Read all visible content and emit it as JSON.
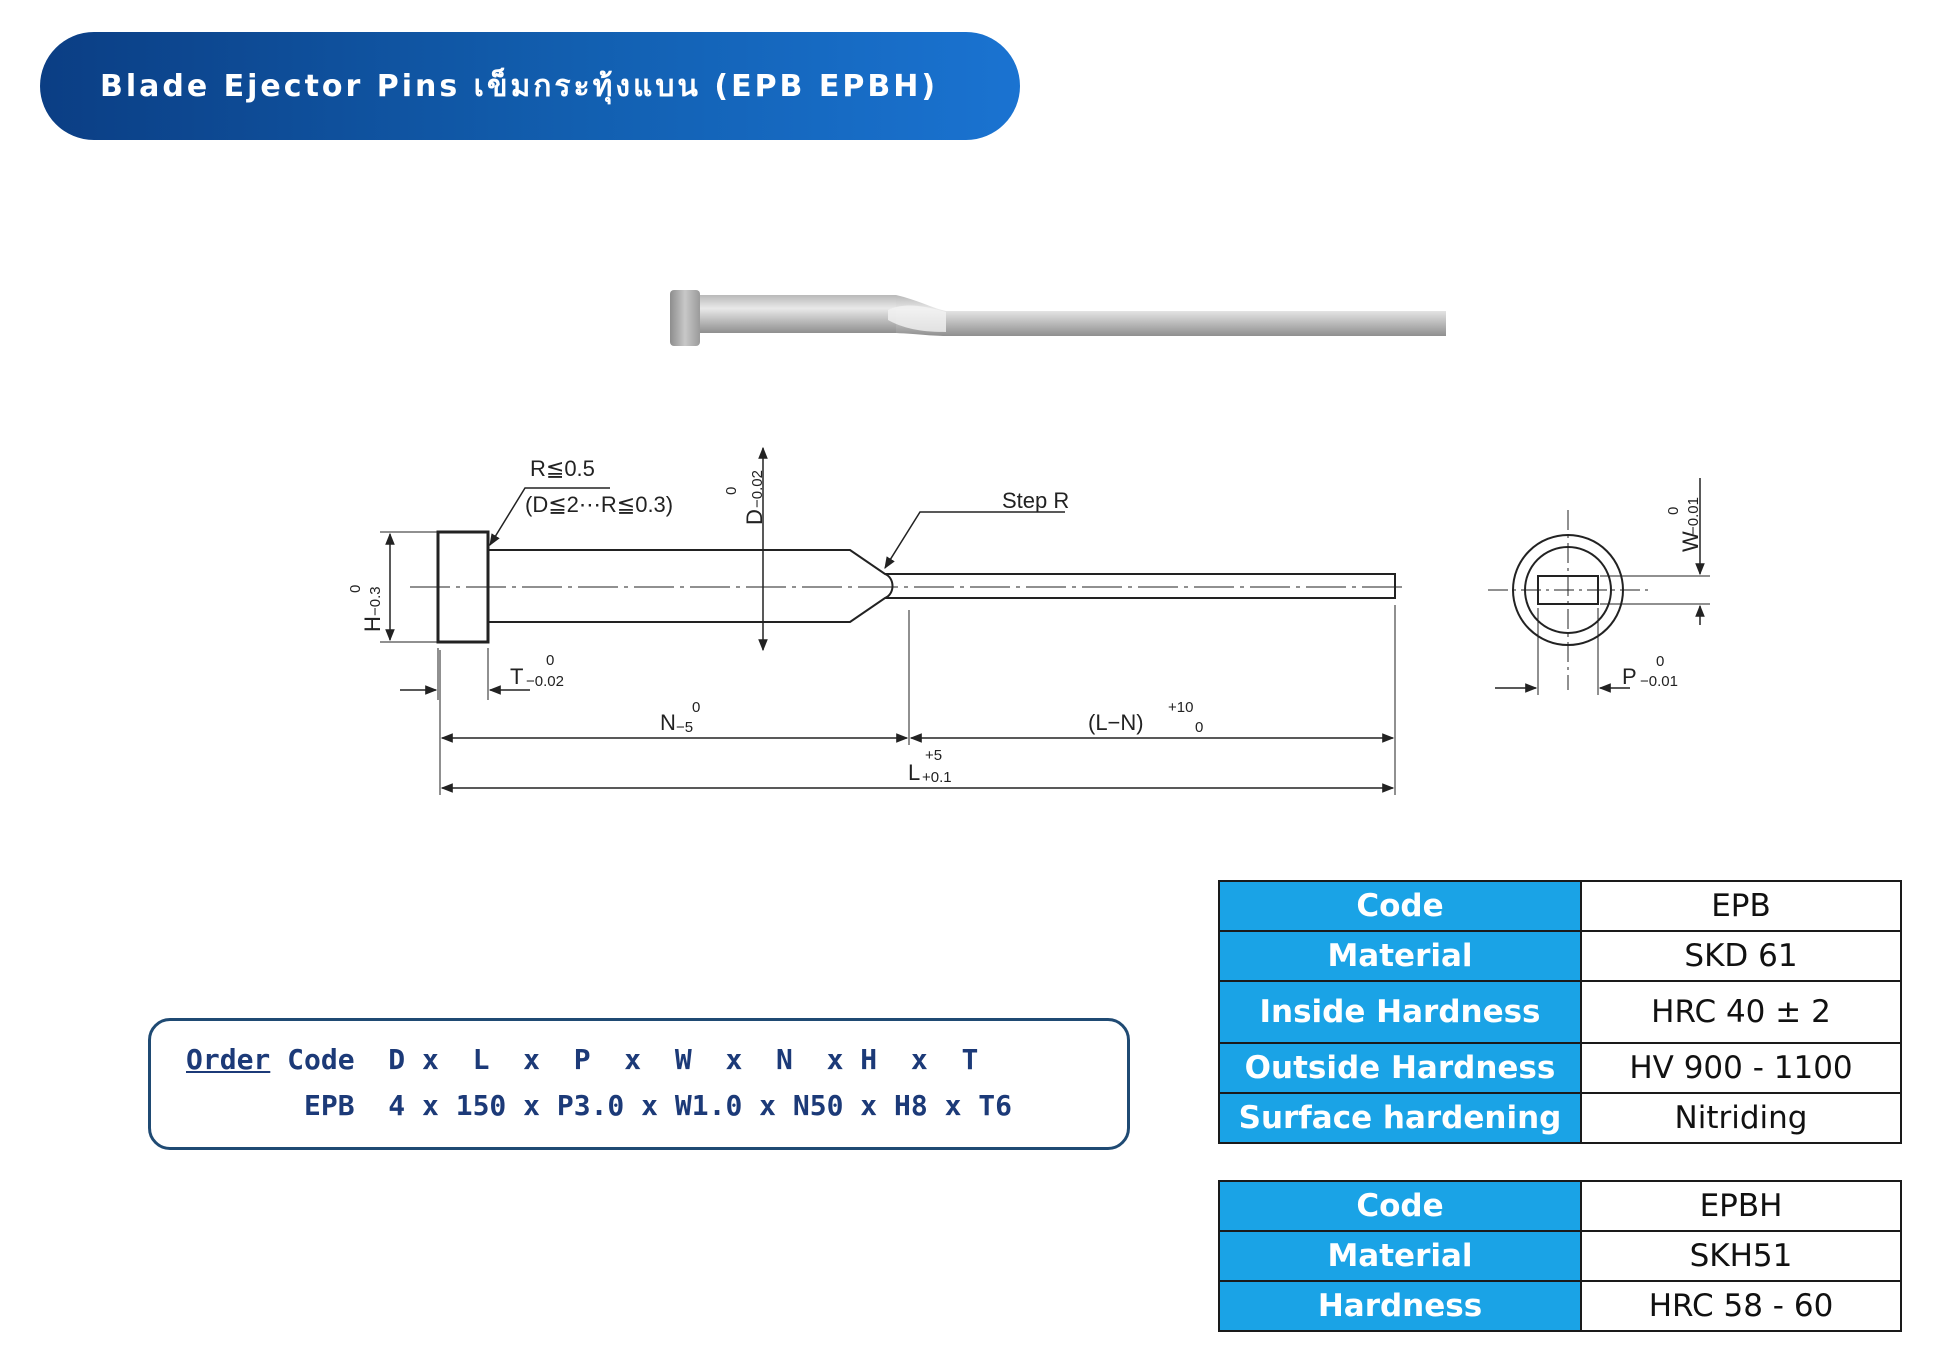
{
  "header": {
    "title": "Blade Ejector Pins เข็มกระทุ้งแบน (EPB EPBH)"
  },
  "drawing": {
    "radius_note": "R≦0.5",
    "radius_note_sub": "(D≦2⋯R≦0.3)",
    "d_dim": "D",
    "d_tol_upper": "0",
    "d_tol_lower": "−0.02",
    "step_r": "Step R",
    "w_dim": "W",
    "w_tol_upper": "0",
    "w_tol_lower": "−0.01",
    "h_dim": "H",
    "h_tol_upper": "0",
    "h_tol_lower": "−0.3",
    "t_dim": "T",
    "t_tol_upper": "0",
    "t_tol_lower": "−0.02",
    "p_dim": "P",
    "p_tol_upper": "0",
    "p_tol_lower": "−0.01",
    "n_dim": "N",
    "n_tol_upper": "0",
    "n_tol_lower": "−5",
    "ln_dim": "(L−N)",
    "ln_tol_upper": "+10",
    "ln_tol_lower": "0",
    "l_dim": "L",
    "l_tol_upper": "+5",
    "l_tol_lower": "+0.1"
  },
  "order": {
    "label": "Order",
    "row1": "Code  D x  L  x  P  x  W  x  N  x H  x  T",
    "row2": "       EPB  4 x 150 x P3.0 x W1.0 x N50 x H8 x T6"
  },
  "spec_table_1": {
    "rows": [
      {
        "key": "Code",
        "value": "EPB"
      },
      {
        "key": "Material",
        "value": "SKD 61"
      },
      {
        "key": "Inside Hardness",
        "value": "HRC 40  ± 2"
      },
      {
        "key": "Outside Hardness",
        "value": "HV 900 - 1100"
      },
      {
        "key": "Surface hardening",
        "value": "Nitriding"
      }
    ]
  },
  "spec_table_2": {
    "rows": [
      {
        "key": "Code",
        "value": "EPBH"
      },
      {
        "key": "Material",
        "value": "SKH51"
      },
      {
        "key": "Hardness",
        "value": "HRC 58 - 60"
      }
    ]
  },
  "colors": {
    "title_bg": "#125fb0",
    "table_key_bg": "#1aa3e6",
    "order_text": "#1c3a78"
  }
}
